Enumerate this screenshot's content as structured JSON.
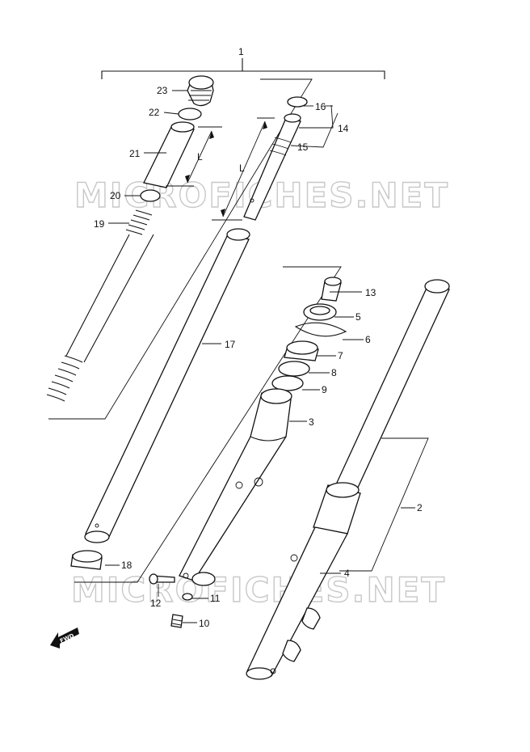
{
  "watermark": "MICROFICHES.NET",
  "fwd_label": "FWD",
  "dimension_label": "L",
  "callouts": [
    "1",
    "2",
    "3",
    "4",
    "5",
    "6",
    "7",
    "8",
    "9",
    "10",
    "11",
    "12",
    "13",
    "14",
    "15",
    "16",
    "17",
    "18",
    "19",
    "20",
    "21",
    "22",
    "23"
  ]
}
